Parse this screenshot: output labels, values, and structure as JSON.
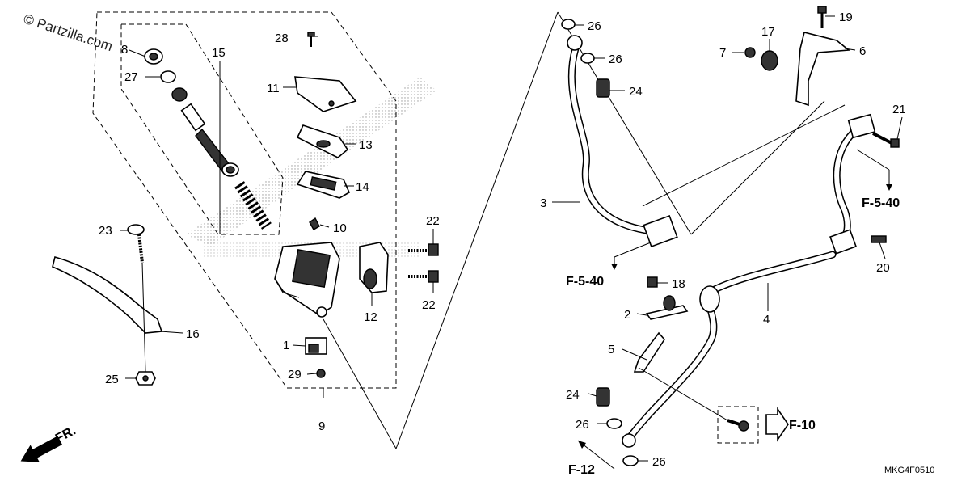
{
  "watermark": "© Partzilla.com",
  "diagram_code": "MKG4F0510",
  "direction_label": "FR.",
  "callouts": {
    "c1": "1",
    "c2": "2",
    "c3": "3",
    "c4": "4",
    "c5": "5",
    "c6": "6",
    "c7": "7",
    "c8": "8",
    "c9": "9",
    "c10": "10",
    "c11": "11",
    "c12": "12",
    "c13": "13",
    "c14": "14",
    "c15": "15",
    "c16": "16",
    "c17": "17",
    "c18": "18",
    "c19": "19",
    "c20": "20",
    "c21": "21",
    "c22a": "22",
    "c22b": "22",
    "c23": "23",
    "c24a": "24",
    "c24b": "24",
    "c25": "25",
    "c26a": "26",
    "c26b": "26",
    "c26c": "26",
    "c26d": "26",
    "c27": "27",
    "c28": "28",
    "c29": "29"
  },
  "refs": {
    "f540a": "F-5-40",
    "f540b": "F-5-40",
    "f10": "F-10",
    "f12": "F-12"
  },
  "colors": {
    "line": "#000000",
    "hatch": "#888888",
    "background": "#ffffff"
  }
}
